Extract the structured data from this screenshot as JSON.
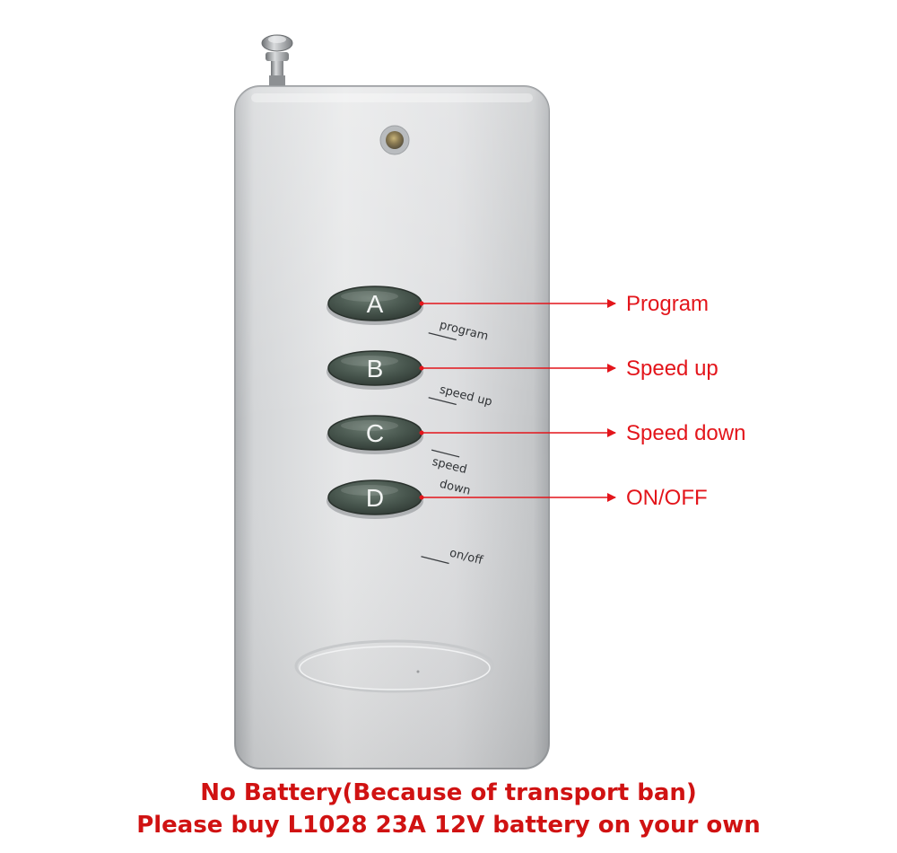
{
  "remote": {
    "buttons": [
      {
        "letter": "A",
        "engraved": [
          "program"
        ],
        "callout": "Program"
      },
      {
        "letter": "B",
        "engraved": [
          "speed up"
        ],
        "callout": "Speed up"
      },
      {
        "letter": "C",
        "engraved": [
          "speed",
          "down"
        ],
        "callout": "Speed down"
      },
      {
        "letter": "D",
        "engraved": [
          "on/off"
        ],
        "callout": "ON/OFF"
      }
    ]
  },
  "caption": {
    "line1": "No Battery(Because of transport ban)",
    "line2": "Please buy L1028 23A 12V battery on your own"
  },
  "colors": {
    "accent": "#e3151b",
    "caption": "#d01212",
    "body": "#d8dadc",
    "button": "#44524a"
  }
}
